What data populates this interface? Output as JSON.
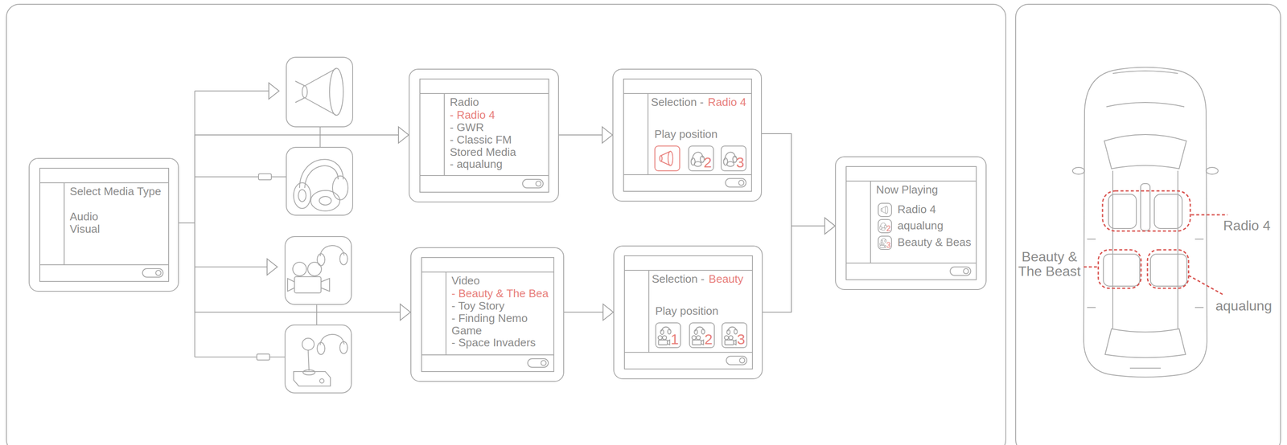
{
  "diagram": {
    "nodes": [
      {
        "text": [
          "Select Media Type",
          "Audio",
          "Visual"
        ]
      },
      {
        "text": [
          "Radio",
          "- Radio 4",
          "- GWR",
          "- Classic FM",
          "Stored Media",
          "- aqualung"
        ]
      },
      {
        "text": [
          "Video",
          "- Beauty & The Bea",
          "- Toy Story",
          "- Finding Nemo",
          "Game",
          "- Space Invaders"
        ]
      },
      {
        "text": [
          "Selection -",
          "Radio 4",
          "Play position",
          "2",
          "3"
        ]
      },
      {
        "text": [
          "Selection -",
          "Beauty",
          "Play position",
          "1",
          "2",
          "3"
        ]
      },
      {
        "text": [
          "Now Playing",
          "Radio 4",
          "2",
          "aqualung",
          "3",
          "Beauty & Beas"
        ]
      }
    ],
    "edges": [
      {
        "from": 0,
        "to": 1,
        "arrow": "to"
      },
      {
        "from": 0,
        "to": 2,
        "arrow": "to"
      },
      {
        "from": 1,
        "to": 3,
        "arrow": "to"
      },
      {
        "from": 2,
        "to": 4,
        "arrow": "to"
      },
      {
        "from": 3,
        "to": 5,
        "arrow": "to"
      },
      {
        "from": 4,
        "to": 5,
        "arrow": "to"
      }
    ],
    "labels": [
      "Radio 4",
      "Beauty & The Beast",
      "aqualung"
    ]
  }
}
